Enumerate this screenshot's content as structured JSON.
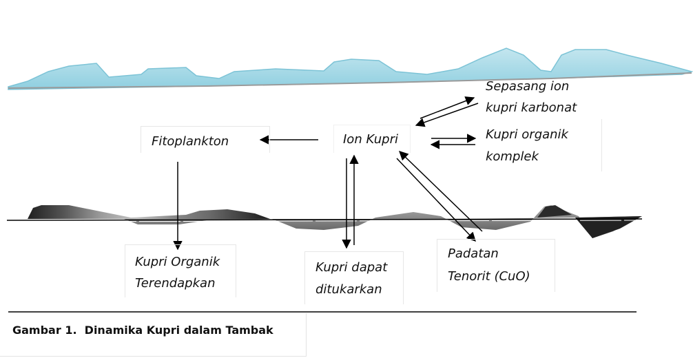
{
  "diagram": {
    "nodes": {
      "center": "Ion Kupri",
      "phyto": "Fitoplankton",
      "carbonate": [
        "Sepasang ion",
        "kupri karbonat"
      ],
      "organic_complex": [
        "Kupri organik",
        "komplek"
      ],
      "organic_deposited": [
        "Kupri Organik",
        "Terendapkan"
      ],
      "exchangeable": [
        "Kupri dapat",
        "ditukarkan"
      ],
      "tenorite": [
        "Padatan",
        "Tenorit (CuO)"
      ]
    },
    "caption": "Gambar 1.  Dinamika Kupri dalam Tambak"
  },
  "colors": {
    "water": "#a9d8e6",
    "water_edge": "#7cc3d6",
    "sediment_dark": "#2a2a2a",
    "sediment_mid": "#8c8c8c",
    "line": "#000000"
  }
}
